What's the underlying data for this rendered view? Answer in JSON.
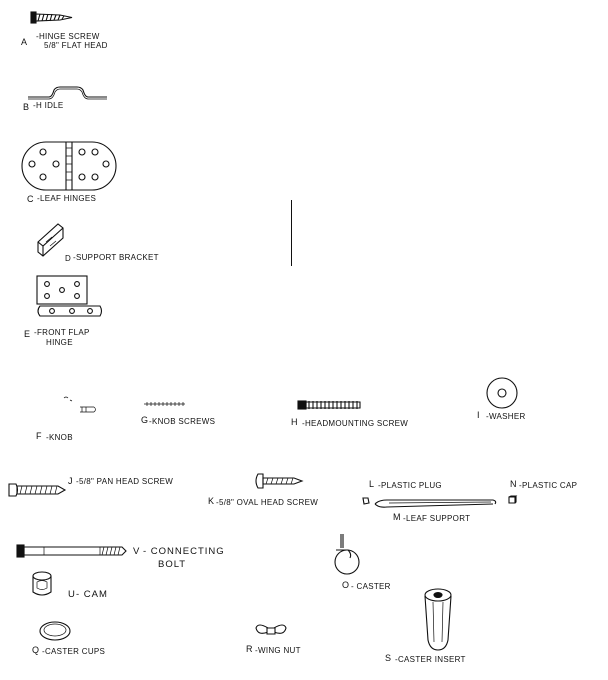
{
  "parts": {
    "A": {
      "letter": "A",
      "label": "-HINGE SCREW",
      "sub": "5/8\" FLAT HEAD"
    },
    "B": {
      "letter": "B",
      "label": "-H  IDLE"
    },
    "C": {
      "letter": "C",
      "label": "-LEAF HINGES"
    },
    "D": {
      "letter": "D",
      "label": "-SUPPORT BRACKET"
    },
    "E": {
      "letter": "E",
      "label": "-FRONT FLAP",
      "sub": "HINGE"
    },
    "F": {
      "letter": "F",
      "label": "-KNOB"
    },
    "G": {
      "letter": "G",
      "label": "-KNOB SCREWS"
    },
    "H": {
      "letter": "H",
      "label": "-HEADMOUNTING SCREW"
    },
    "I": {
      "letter": "I",
      "label": "-WASHER"
    },
    "J": {
      "letter": "J",
      "label": "-5/8\" PAN HEAD SCREW"
    },
    "K": {
      "letter": "K",
      "label": "-5/8\" OVAL HEAD SCREW"
    },
    "L": {
      "letter": "L",
      "label": "-PLASTIC PLUG"
    },
    "M": {
      "letter": "M",
      "label": "-LEAF SUPPORT"
    },
    "N": {
      "letter": "N",
      "label": "-PLASTIC CAP"
    },
    "V": {
      "letter": "V",
      "label": "- CONNECTING",
      "sub": "BOLT"
    },
    "U": {
      "letter": "U",
      "label": "- CAM"
    },
    "O": {
      "letter": "O",
      "label": "- CASTER"
    },
    "Q": {
      "letter": "Q",
      "label": "-CASTER CUPS"
    },
    "R": {
      "letter": "R",
      "label": "-WING NUT"
    },
    "S": {
      "letter": "S",
      "label": "-CASTER INSERT"
    }
  },
  "colors": {
    "ink": "#111111",
    "paper": "#ffffff"
  }
}
